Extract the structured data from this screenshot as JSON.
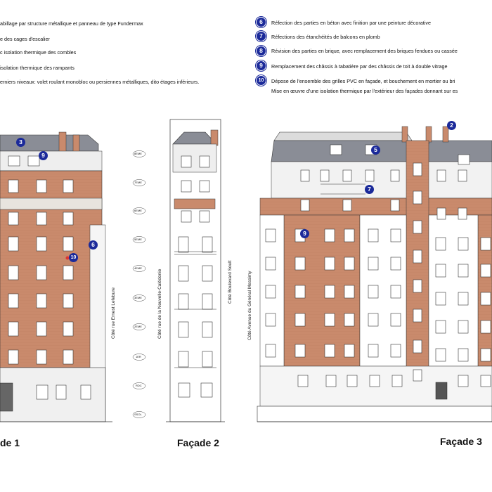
{
  "legend_left": [
    "abillage par structure métallique et panneau de type Fundermax",
    "e des cages d'escalier",
    "c isolation thermique des combles",
    "isolation thermique des rampants",
    "erniers niveaux: volet roulant monobloc ou persiennes métalliques, dito étages inférieurs."
  ],
  "legend_right": [
    {
      "num": "6",
      "text": "Réfection des parties en béton avec finition par une peinture décorative"
    },
    {
      "num": "7",
      "text": "Réfections des étanchéités de balcons en plomb"
    },
    {
      "num": "8",
      "text": "Révision des parties en brique, avec remplacement des briques fendues ou cassée"
    },
    {
      "num": "9",
      "text": "Remplacement des châssis à tabatière par des châssis de toit à double vitrage"
    },
    {
      "num": "10",
      "text": "Dépose de l'ensemble des grilles PVC en façade, et bouchement en mortier ou bri"
    }
  ],
  "legend_extra": "Mise en œuvre d'une isolation thermique par l'extérieur des façades donnant sur es",
  "markers": {
    "f1_3": "3",
    "f1_9": "9",
    "f1_6": "6",
    "f1_10": "10",
    "f3_2": "2",
    "f3_5": "5",
    "f3_7": "7",
    "f3_9": "9"
  },
  "side_labels": {
    "f1": "Côté   rue   Ernest   Lefebure",
    "f2_left": "Côté   rue   de   la   Nouvelle-Calédonie",
    "f2_right": "Côté   Boulevard   Soult",
    "f3": "Côté   Avenue   du   Général   Messimy"
  },
  "level_tags": [
    "8EME",
    "7EME",
    "6EME",
    "5EME",
    "4EME",
    "3EME",
    "2EME",
    "1ER",
    "RDC",
    "SSOL"
  ],
  "facade_labels": {
    "f1": "de 1",
    "f2": "Façade 2",
    "f3": "Façade 3"
  },
  "colors": {
    "brick": "#c98a6c",
    "roof": "#8a8d96",
    "marker": "#1b2a9a",
    "window": "#ffffff",
    "frame": "#333333"
  }
}
